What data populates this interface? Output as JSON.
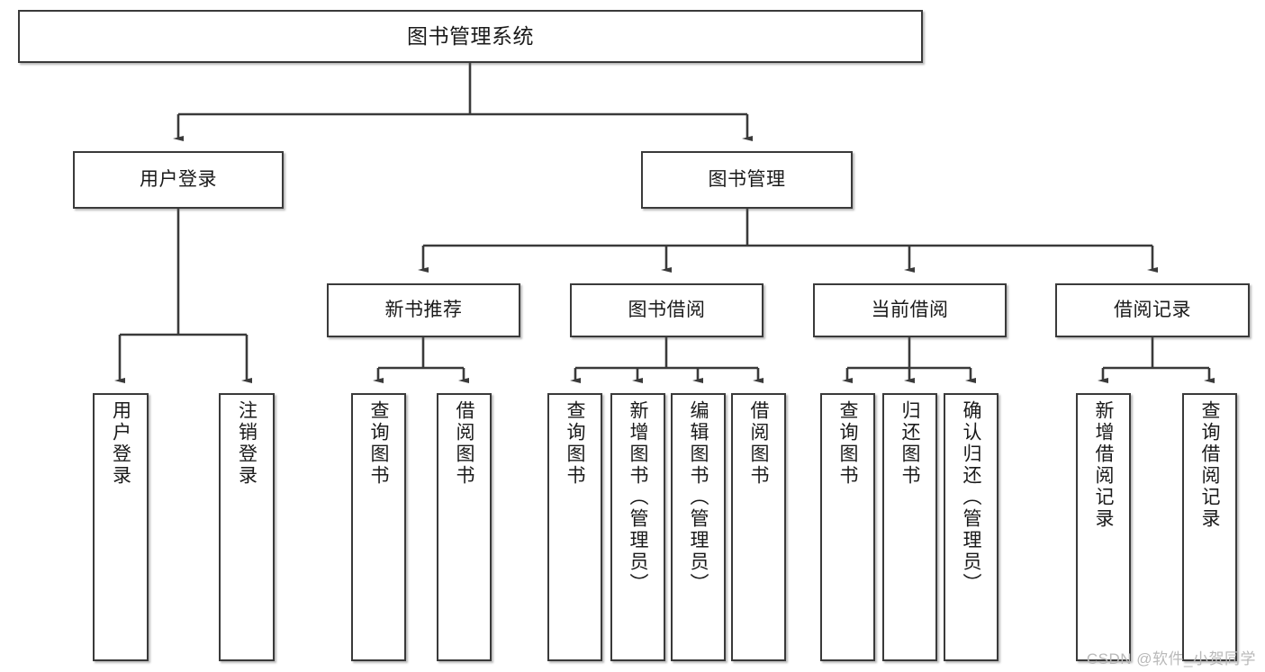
{
  "diagram": {
    "title": "图书管理系统",
    "type": "tree-hierarchy",
    "colors": {
      "box_border": "#3a3a3a",
      "box_fill": "#ffffff",
      "edge": "#3a3a3a",
      "text": "#1a1a1a",
      "watermark": "#b9b9b9"
    },
    "root": {
      "label": "图书管理系统"
    },
    "level1": [
      {
        "label": "用户登录"
      },
      {
        "label": "图书管理"
      }
    ],
    "level2": [
      {
        "label": "新书推荐"
      },
      {
        "label": "图书借阅"
      },
      {
        "label": "当前借阅"
      },
      {
        "label": "借阅记录"
      }
    ],
    "leaves": {
      "user_login": [
        {
          "label": "用户登录"
        },
        {
          "label": "注销登录"
        }
      ],
      "new_book_recommend": [
        {
          "label": "查询图书"
        },
        {
          "label": "借阅图书"
        }
      ],
      "book_borrow": [
        {
          "label": "查询图书"
        },
        {
          "label": "新增图书（管理员）"
        },
        {
          "label": "编辑图书（管理员）"
        },
        {
          "label": "借阅图书"
        }
      ],
      "current_borrow": [
        {
          "label": "查询图书"
        },
        {
          "label": "归还图书"
        },
        {
          "label": "确认归还（管理员）"
        }
      ],
      "borrow_record": [
        {
          "label": "新增借阅记录"
        },
        {
          "label": "查询借阅记录"
        }
      ]
    }
  },
  "watermark": {
    "text": "CSDN @软件_小贺同学"
  }
}
